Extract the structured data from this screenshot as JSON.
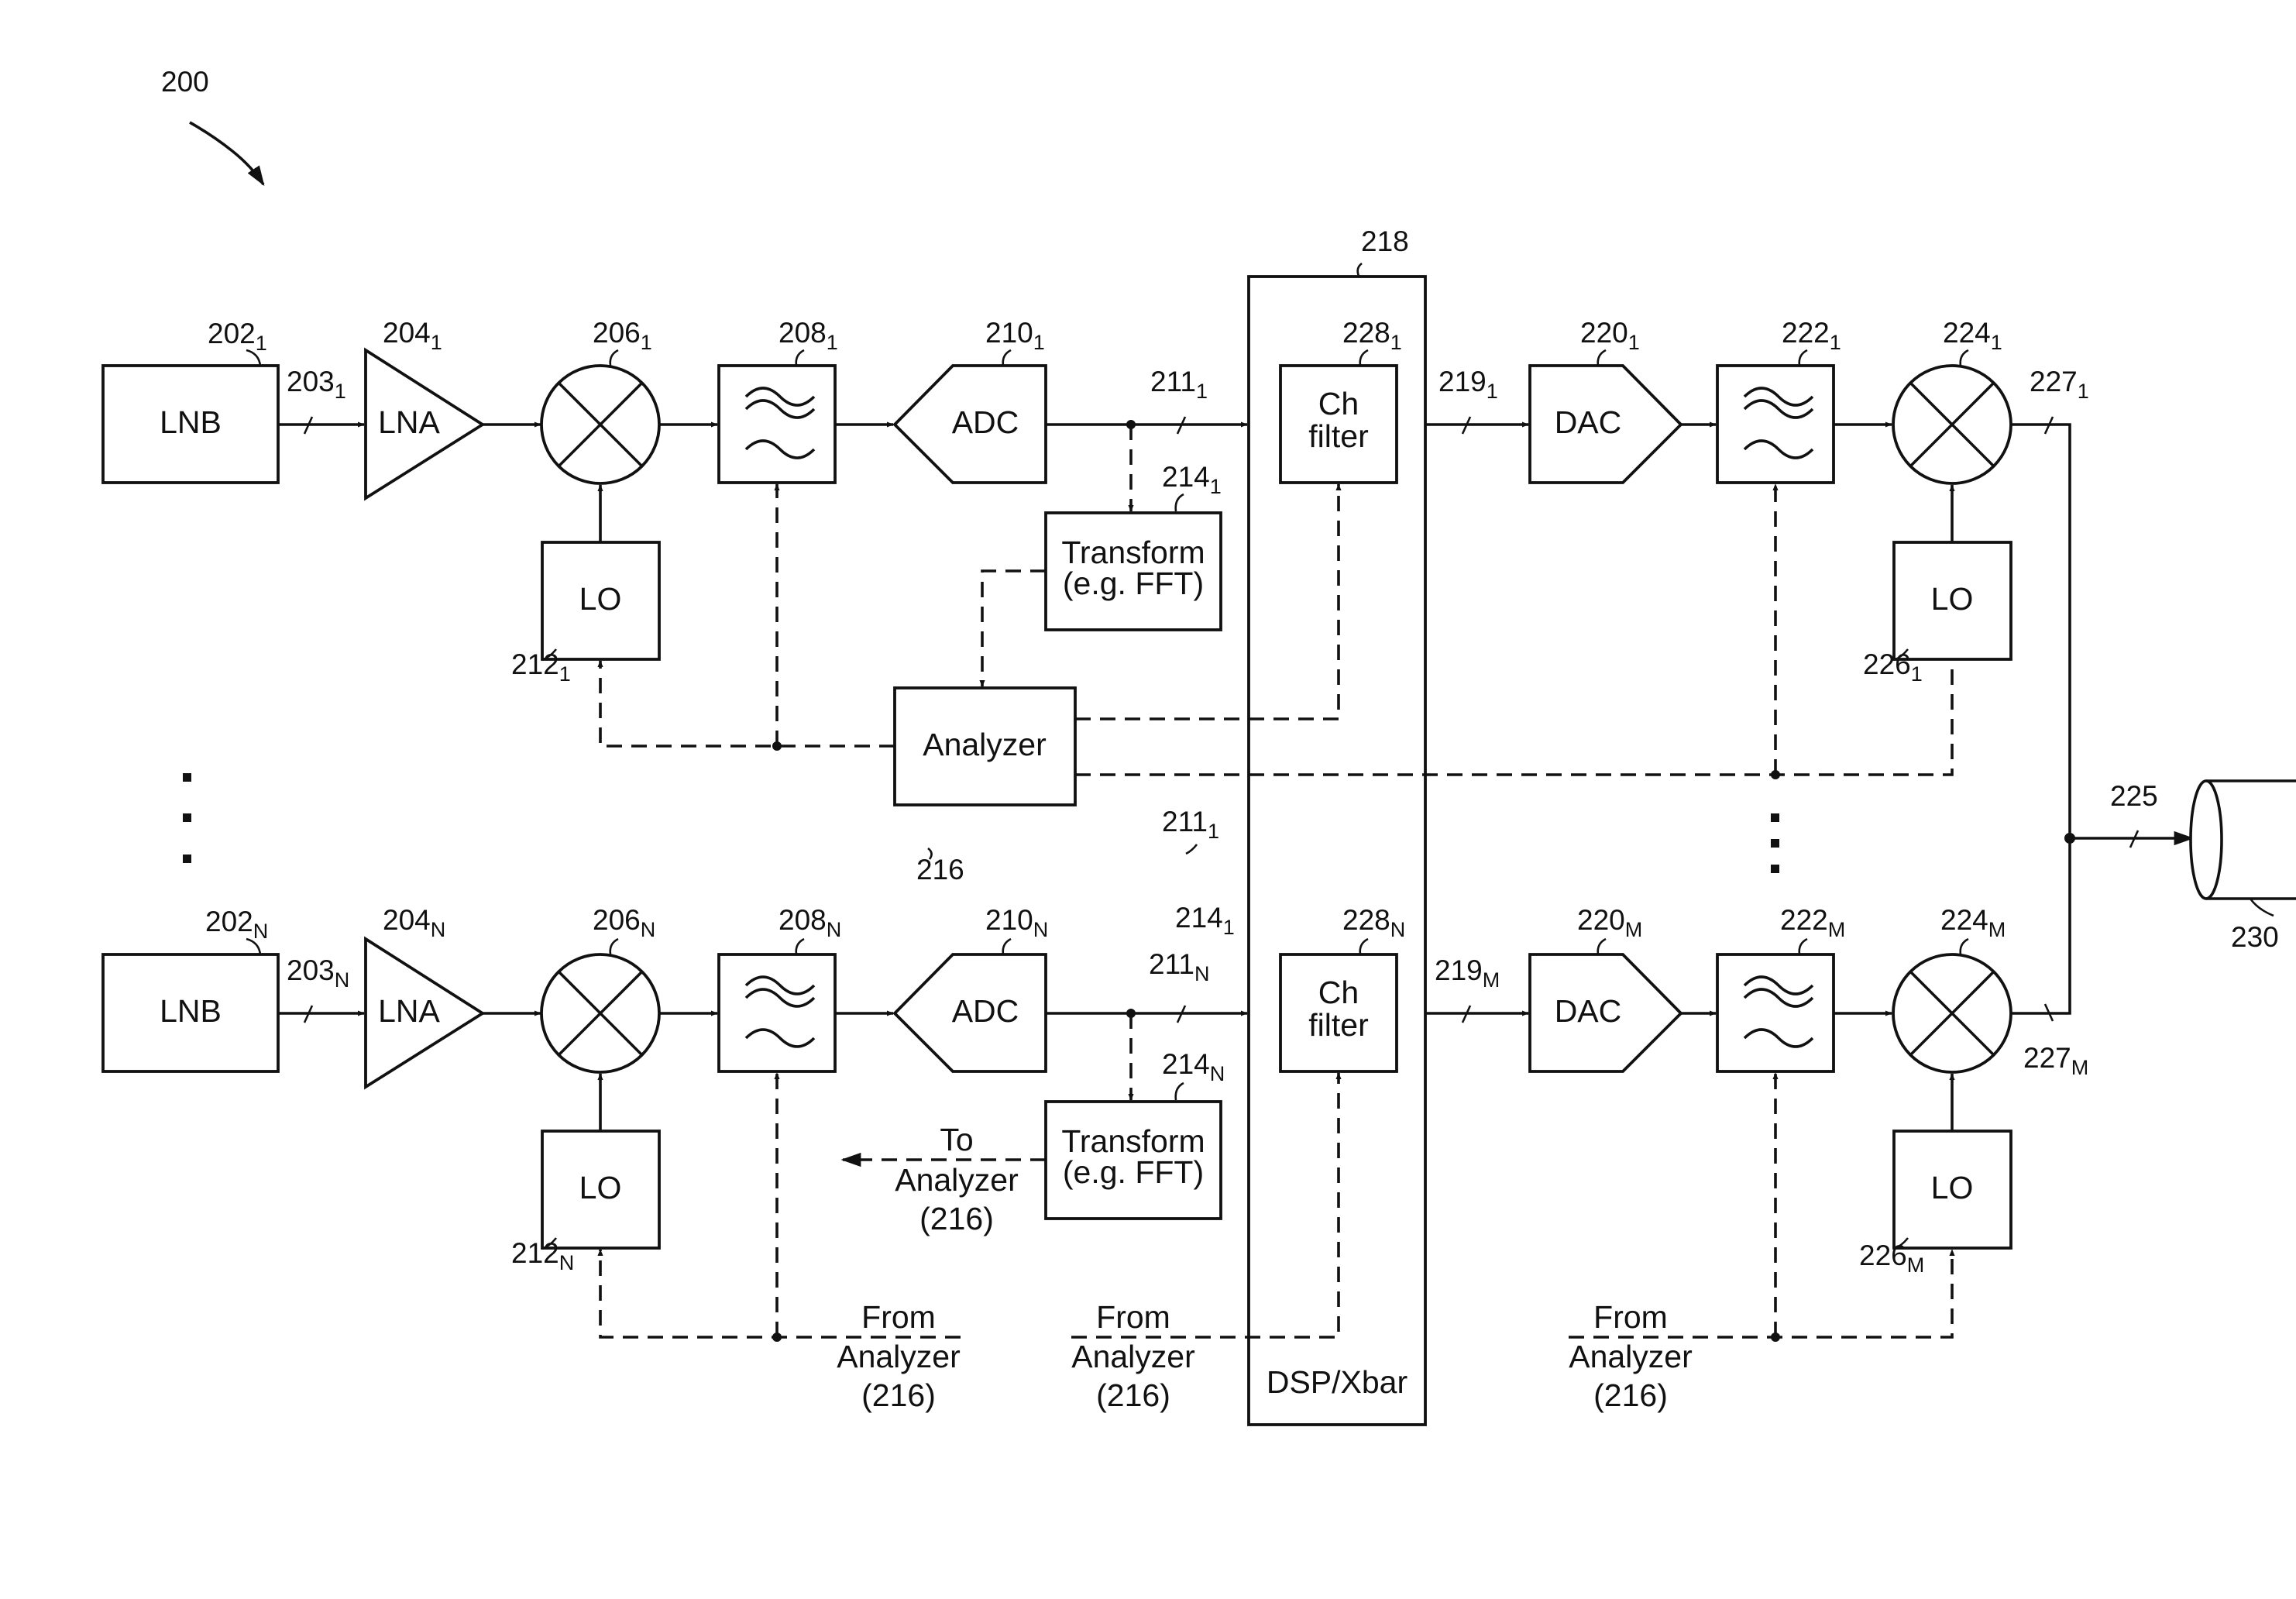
{
  "figure": {
    "number": "200"
  },
  "rows": [
    {
      "lnb": {
        "ref": "202",
        "sub": "1",
        "label": "LNB"
      },
      "signal_203": {
        "ref": "203",
        "sub": "1"
      },
      "lna": {
        "ref": "204",
        "sub": "1",
        "label": "LNA"
      },
      "mixer": {
        "ref": "206",
        "sub": "1"
      },
      "filter": {
        "ref": "208",
        "sub": "1"
      },
      "adc": {
        "ref": "210",
        "sub": "1",
        "label": "ADC"
      },
      "signal_211": {
        "ref": "211",
        "sub": "1"
      },
      "lo": {
        "ref": "212",
        "sub": "1",
        "label": "LO"
      },
      "transform": {
        "ref": "214",
        "sub": "1",
        "line1": "Transform",
        "line2": "(e.g. FFT)"
      },
      "ch_filter": {
        "ref": "228",
        "sub": "1",
        "line1": "Ch",
        "line2": "filter"
      }
    },
    {
      "lnb": {
        "ref": "202",
        "sub": "N",
        "label": "LNB"
      },
      "signal_203": {
        "ref": "203",
        "sub": "N"
      },
      "lna": {
        "ref": "204",
        "sub": "N",
        "label": "LNA"
      },
      "mixer": {
        "ref": "206",
        "sub": "N"
      },
      "filter": {
        "ref": "208",
        "sub": "N"
      },
      "adc": {
        "ref": "210",
        "sub": "N",
        "label": "ADC"
      },
      "signal_211": {
        "ref": "211",
        "sub": "N"
      },
      "lo": {
        "ref": "212",
        "sub": "N",
        "label": "LO"
      },
      "transform": {
        "ref": "214",
        "sub": "N",
        "line1": "Transform",
        "line2": "(e.g. FFT)"
      },
      "ch_filter": {
        "ref": "228",
        "sub": "N",
        "line1": "Ch",
        "line2": "filter"
      }
    }
  ],
  "out_rows": [
    {
      "signal_219": {
        "ref": "219",
        "sub": "1"
      },
      "dac": {
        "ref": "220",
        "sub": "1",
        "label": "DAC"
      },
      "filter": {
        "ref": "222",
        "sub": "1"
      },
      "mixer": {
        "ref": "224",
        "sub": "1"
      },
      "signal_227": {
        "ref": "227",
        "sub": "1"
      },
      "lo": {
        "ref": "226",
        "sub": "1",
        "label": "LO"
      }
    },
    {
      "signal_219": {
        "ref": "219",
        "sub": "M"
      },
      "dac": {
        "ref": "220",
        "sub": "M",
        "label": "DAC"
      },
      "filter": {
        "ref": "222",
        "sub": "M"
      },
      "mixer": {
        "ref": "224",
        "sub": "M"
      },
      "signal_227": {
        "ref": "227",
        "sub": "M"
      },
      "lo": {
        "ref": "226",
        "sub": "M",
        "label": "LO"
      }
    }
  ],
  "analyzer": {
    "ref": "216",
    "label": "Analyzer"
  },
  "dsp": {
    "ref": "218",
    "label": "DSP/Xbar"
  },
  "misc_labels": {
    "ref_211_mid": "211",
    "ref_211_mid_sub": "1",
    "ref_214_bottom": "214",
    "ref_214_bottom_sub": "1"
  },
  "combined": {
    "ref": "225"
  },
  "cable": {
    "ref": "230"
  },
  "to_analyzer": {
    "line1": "To",
    "line2": "Analyzer",
    "line3": "(216)"
  },
  "from_analyzer": {
    "line1": "From",
    "line2": "Analyzer",
    "line3": "(216)"
  }
}
